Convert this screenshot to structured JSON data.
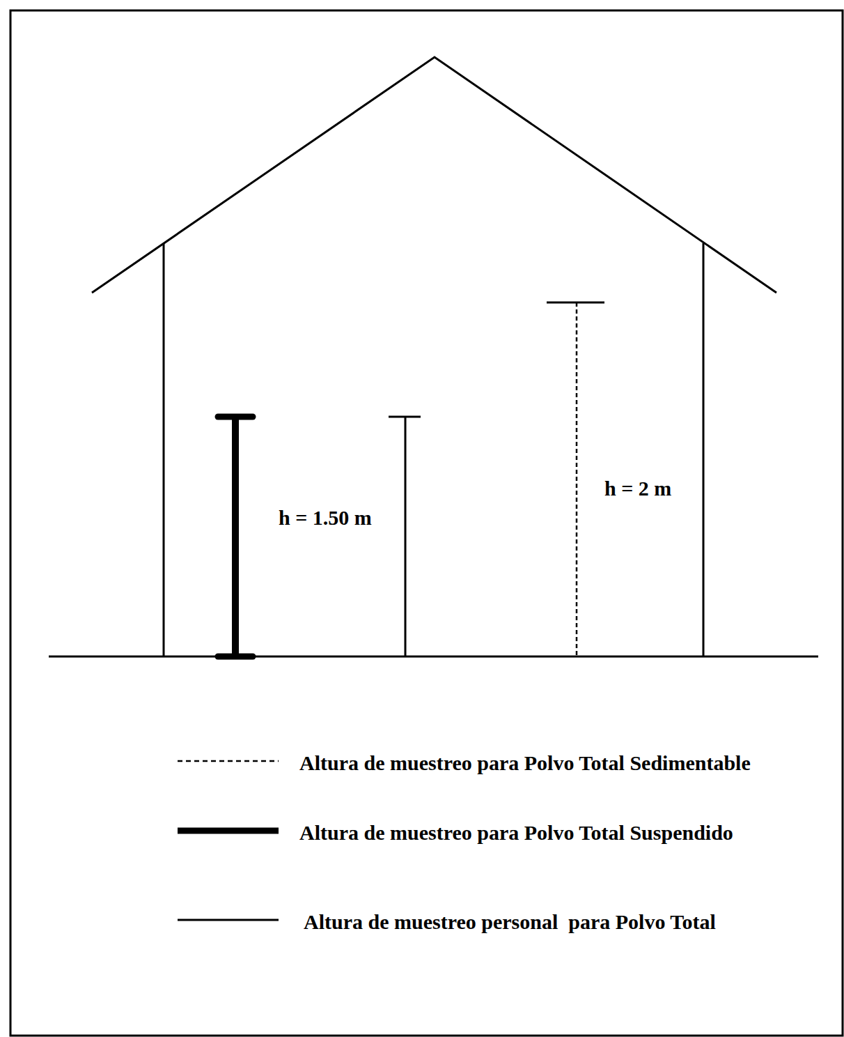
{
  "diagram": {
    "labels": [
      "h = 1.50 m",
      "h = 2 m"
    ],
    "legend": [
      {
        "text": "Altura de muestreo para Polvo Total Sedimentable"
      },
      {
        "text": "Altura de muestreo para Polvo Total Suspendido"
      },
      {
        "text": "Altura de muestreo personal  para Polvo Total"
      }
    ]
  }
}
